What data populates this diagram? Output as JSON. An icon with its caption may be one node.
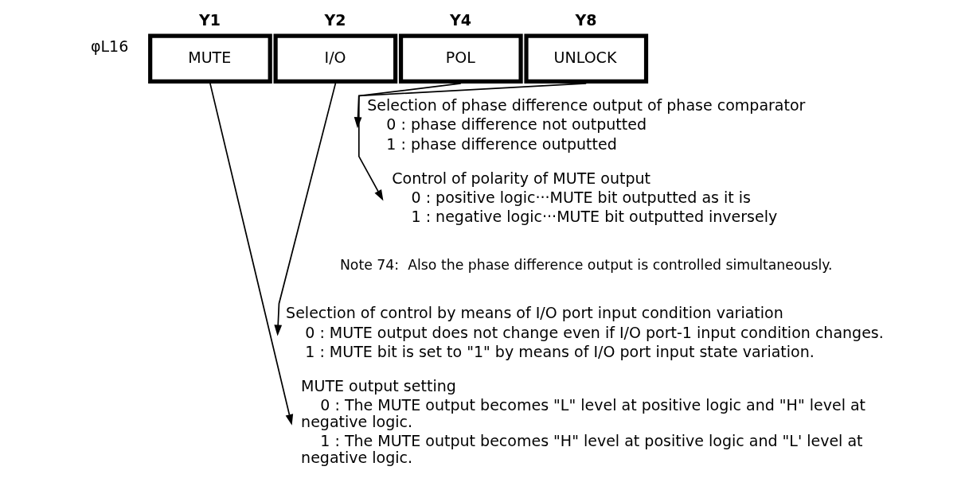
{
  "diagram": {
    "nodes": [
      {
        "text": [
          "Y1",
          "MUTE"
        ]
      },
      {
        "text": [
          "Y2",
          "I/O"
        ]
      },
      {
        "text": [
          "Y4",
          "POL"
        ]
      },
      {
        "text": [
          "Y8",
          "UNLOCK"
        ]
      },
      {
        "text": [
          "Selection of phase difference output of phase comparator",
          "0 : phase difference not outputted",
          "1 : phase difference outputted"
        ]
      },
      {
        "text": [
          "Control of polarity of MUTE output",
          "0 : positive logic···MUTE bit outputted as it is",
          "1 : negative logic···MUTE bit outputted inversely"
        ]
      },
      {
        "text": [
          "Selection of control by means of I/O port input condition variation",
          "0 : MUTE output does not change even if I/O port-1 input condition changes.",
          "1 : MUTE bit is set to \"1\" by means of I/O port input state variation."
        ]
      },
      {
        "text": [
          "MUTE output setting",
          "0 : The MUTE output becomes \"L\" level at positive logic and \"H\" level at negative logic.",
          "1 : The MUTE output becomes \"H\" level at positive logic and \"L' level at negative logic."
        ]
      }
    ],
    "edges": [
      {
        "from": 3,
        "to": 4,
        "arrow": "to"
      },
      {
        "from": 2,
        "to": 5,
        "arrow": "to"
      },
      {
        "from": 1,
        "to": 6,
        "arrow": "to"
      },
      {
        "from": 0,
        "to": 7,
        "arrow": "to"
      }
    ],
    "labels": [
      "φL16",
      "Note 74:  Also the phase difference output is controlled simultaneously."
    ]
  }
}
